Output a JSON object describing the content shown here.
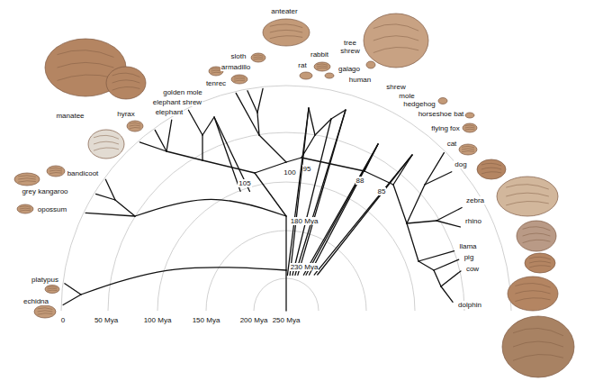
{
  "diagram": {
    "labels": [
      "manatee",
      "hyrax",
      "elephant shrew",
      "elephant",
      "tenrec",
      "golden mole",
      "sloth",
      "armadillo",
      "anteater",
      "rat",
      "rabbit",
      "tree shrew",
      "galago",
      "human",
      "shrew",
      "mole",
      "hedgehog",
      "horseshoe bat",
      "flying fox",
      "cat",
      "dog",
      "zebra",
      "rhino",
      "llama",
      "pig",
      "cow",
      "dolphin",
      "bandicoot",
      "grey kangaroo",
      "opossum",
      "platypus",
      "echidna",
      "105",
      "100",
      "95",
      "88",
      "85",
      "180 Mya",
      "230 Mya",
      "0",
      "50 Mya",
      "100 Mya",
      "150 Mya",
      "200 Mya",
      "250 Mya"
    ]
  }
}
